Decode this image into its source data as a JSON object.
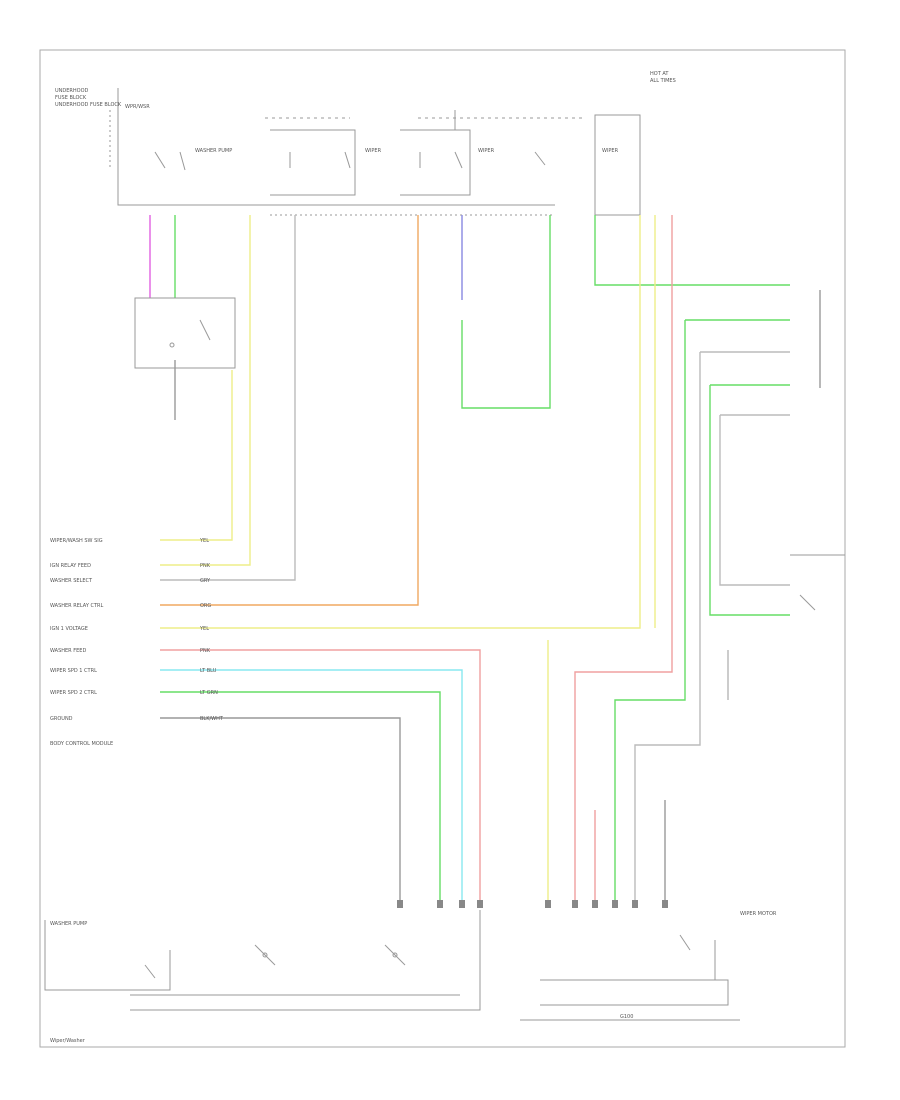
{
  "diagram": {
    "page_label": "Wiper/Washer",
    "colors": {
      "frame": "#aaaaaa",
      "ground_wire": "#999999",
      "pink": "#e060e0",
      "green": "#66dd66",
      "yellow": "#eeee88",
      "orange": "#f0a860",
      "light_red": "#f0a0a0",
      "cyan": "#88e8f0",
      "blue_violet": "#8888e0",
      "gray_wire": "#bbbbbb"
    },
    "connector_wire_labels": [
      "WIPER/WASH SW SIG",
      "IGN RELAY FEED",
      "WASHER SELECT",
      "WASHER RELAY CTRL",
      "IGN 1 VOLTAGE",
      "WASHER FEED",
      "WIPER SPD 1 CTRL",
      "WIPER SPD 2 CTRL",
      "GROUND"
    ],
    "wire_color_codes": [
      "YEL",
      "PNK",
      "GRY",
      "ORG",
      "YEL",
      "PNK",
      "LT BLU",
      "LT GRN",
      "BLK/WHT"
    ],
    "module_labels": {
      "underhood_fuse": "UNDERHOOD FUSE BLOCK",
      "body_control": "BODY CONTROL MODULE",
      "washer_pump": "WASHER PUMP",
      "wiper_motor": "WIPER MOTOR",
      "ground_label": "G100"
    }
  }
}
